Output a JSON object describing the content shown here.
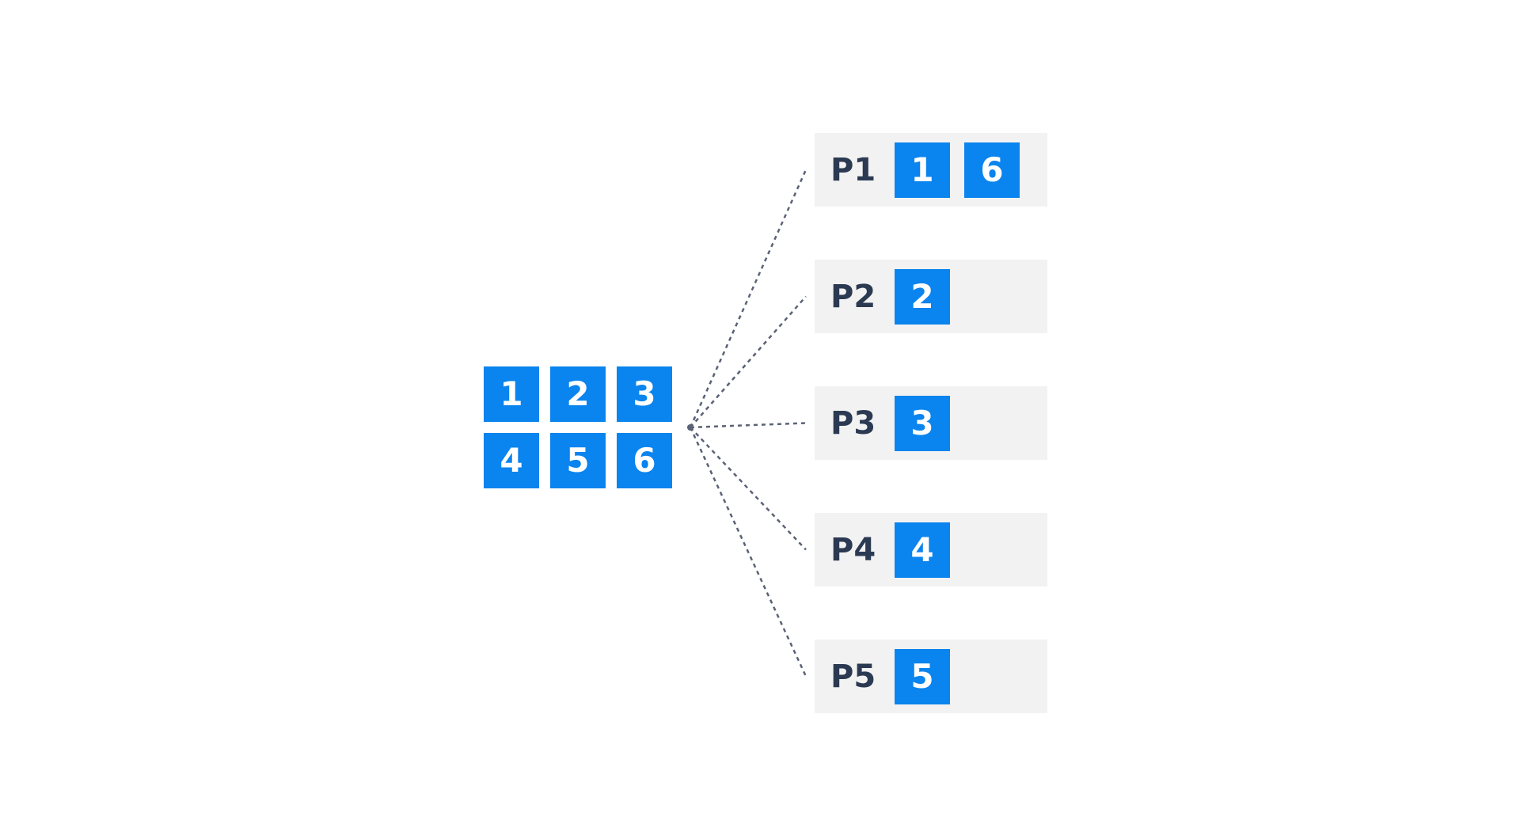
{
  "colors": {
    "tile": "#0a84ee",
    "row_background": "#f2f2f2",
    "label_text": "#2b3a52",
    "connector": "#5a6275"
  },
  "source_grid": [
    "1",
    "2",
    "3",
    "4",
    "5",
    "6"
  ],
  "partitions": [
    {
      "label": "P1",
      "items": [
        "1",
        "6"
      ]
    },
    {
      "label": "P2",
      "items": [
        "2"
      ]
    },
    {
      "label": "P3",
      "items": [
        "3"
      ]
    },
    {
      "label": "P4",
      "items": [
        "4"
      ]
    },
    {
      "label": "P5",
      "items": [
        "5"
      ]
    }
  ]
}
